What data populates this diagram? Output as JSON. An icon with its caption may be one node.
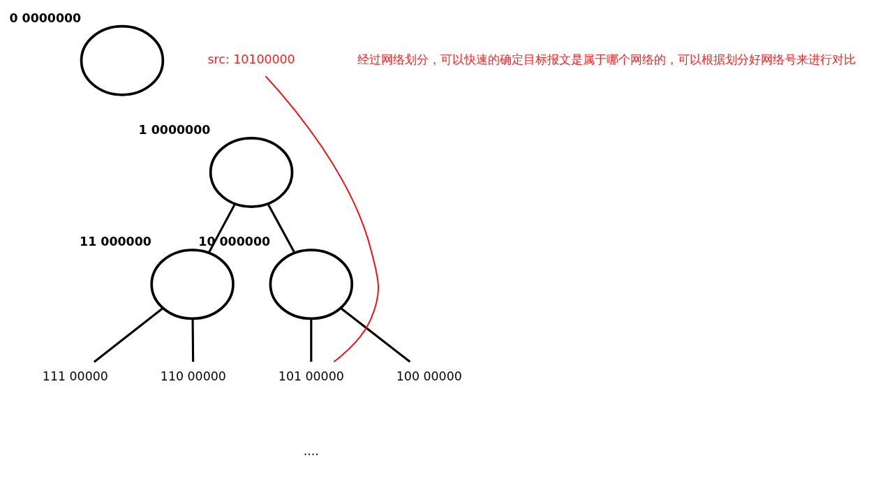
{
  "diagram": {
    "nodes": [
      {
        "text": [
          "0 0000000"
        ]
      },
      {
        "text": [
          "1 0000000"
        ]
      },
      {
        "text": [
          "11 000000"
        ]
      },
      {
        "text": [
          "10 000000"
        ]
      },
      {
        "text": [
          "111 00000"
        ]
      },
      {
        "text": [
          "110 00000"
        ]
      },
      {
        "text": [
          "101 00000"
        ]
      },
      {
        "text": [
          "100 00000"
        ]
      },
      {
        "text": [
          "src: 10100000"
        ]
      }
    ],
    "edges": [
      {
        "from": 1,
        "to": 2,
        "arrow": "none"
      },
      {
        "from": 1,
        "to": 3,
        "arrow": "none"
      },
      {
        "from": 2,
        "to": 4,
        "arrow": "none"
      },
      {
        "from": 2,
        "to": 5,
        "arrow": "none"
      },
      {
        "from": 3,
        "to": 6,
        "arrow": "none"
      },
      {
        "from": 3,
        "to": 7,
        "arrow": "none"
      },
      {
        "from": 8,
        "to": 6,
        "arrow": "none",
        "color": "#ff0000"
      }
    ],
    "labels": [
      "经过网络划分，可以快速的确定目标报文是属于哪个网络的，可以根据划分好网络号来进行对比",
      "...."
    ]
  }
}
